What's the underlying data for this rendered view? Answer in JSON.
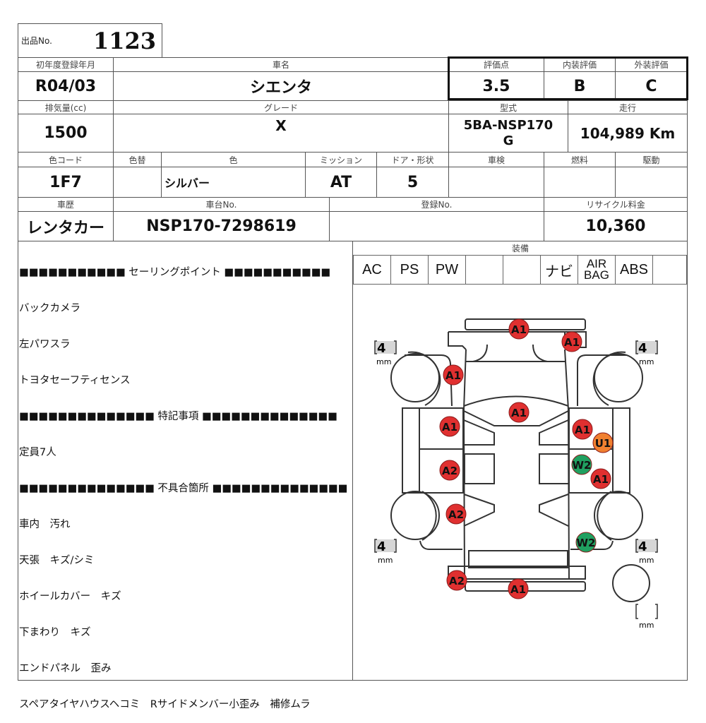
{
  "lot": {
    "label": "出品No.",
    "value": "1123"
  },
  "row1": {
    "first_reg_label": "初年度登録年月",
    "first_reg_value": "R04/03",
    "car_name_label": "車名",
    "car_name_value": "シエンタ",
    "score_label": "評価点",
    "score_value": "3.5",
    "interior_label": "内装評価",
    "interior_value": "B",
    "exterior_label": "外装評価",
    "exterior_value": "C"
  },
  "row2": {
    "displacement_label": "排気量(cc)",
    "displacement_value": "1500",
    "grade_label": "グレード",
    "grade_value": "X",
    "model_label": "型式",
    "model_value_line1": "5BA-NSP170",
    "model_value_line2": "G",
    "mileage_label": "走行",
    "mileage_value": "104,989 Km"
  },
  "row3": {
    "color_code_label": "色コード",
    "color_code_value": "1F7",
    "color_change_label": "色替",
    "color_change_value": "",
    "color_label": "色",
    "color_value": "シルバー",
    "transmission_label": "ミッション",
    "transmission_value": "AT",
    "doors_label": "ドア・形状",
    "doors_value": "5",
    "inspection_label": "車検",
    "inspection_value": "",
    "fuel_label": "燃料",
    "fuel_value": "",
    "drive_label": "駆動",
    "drive_value": ""
  },
  "row4": {
    "history_label": "車歴",
    "history_value": "レンタカー",
    "chassis_label": "車台No.",
    "chassis_value": "NSP170-7298619",
    "reg_no_label": "登録No.",
    "reg_no_value": "",
    "recycle_label": "リサイクル料金",
    "recycle_value": "10,360"
  },
  "notes": {
    "selling_header": "■■■■■■■■■■■ セーリングポイント ■■■■■■■■■■■",
    "selling_points": [
      "バックカメラ",
      "左パワスラ",
      "トヨタセーフティセンス"
    ],
    "special_header": "■■■■■■■■■■■■■■ 特記事項 ■■■■■■■■■■■■■■",
    "special_items": [
      "定員7人"
    ],
    "defect_header": "■■■■■■■■■■■■■■ 不具合箇所 ■■■■■■■■■■■■■■",
    "defect_items": [
      "車内　汚れ",
      "天張　キズ/シミ",
      "ホイールカバー　キズ",
      "下まわり　キズ",
      "エンドパネル　歪み",
      "スペアタイヤハウスヘコミ　Rサイドメンバー小歪み　補修ムラ"
    ]
  },
  "equipment": {
    "label": "装備",
    "items": [
      "AC",
      "PS",
      "PW",
      "",
      "",
      "ナビ",
      "AIR BAG",
      "ABS",
      ""
    ],
    "airbag_line1": "AIR",
    "airbag_line2": "BAG"
  },
  "diagram": {
    "tire_tread_unit": "mm",
    "tread": {
      "front_left": "4",
      "front_right": "4",
      "rear_left": "4",
      "rear_right": "4",
      "spare": ""
    },
    "marker_colors": {
      "A": "#e03030",
      "U": "#f08030",
      "W": "#20a060"
    },
    "markers": [
      {
        "code": "A1",
        "part": "front-bumper"
      },
      {
        "code": "A1",
        "part": "front-bumper-right"
      },
      {
        "code": "A1",
        "part": "front-left-fender"
      },
      {
        "code": "A1",
        "part": "hood"
      },
      {
        "code": "A1",
        "part": "left-front-door"
      },
      {
        "code": "A2",
        "part": "left-rear-door"
      },
      {
        "code": "A2",
        "part": "left-rear-quarter"
      },
      {
        "code": "A1",
        "part": "right-front-door"
      },
      {
        "code": "U1",
        "part": "right-front-door-lower"
      },
      {
        "code": "W2",
        "part": "right-rear-door"
      },
      {
        "code": "A1",
        "part": "right-rear-door-lower"
      },
      {
        "code": "W2",
        "part": "right-rear-quarter"
      },
      {
        "code": "A2",
        "part": "rear-bumper-left"
      },
      {
        "code": "A1",
        "part": "rear-bumper"
      }
    ]
  }
}
